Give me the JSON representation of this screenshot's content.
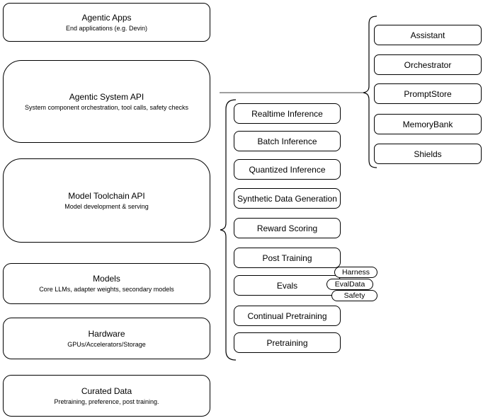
{
  "diagram": {
    "layers": {
      "agentic_apps": {
        "title": "Agentic Apps",
        "subtitle": "End applications (e.g. Devin)"
      },
      "agentic_system_api": {
        "title": "Agentic System API",
        "subtitle": "System component orchestration, tool calls, safety checks"
      },
      "model_toolchain_api": {
        "title": "Model Toolchain API",
        "subtitle": "Model development & serving"
      },
      "models": {
        "title": "Models",
        "subtitle": "Core LLMs, adapter weights, secondary models"
      },
      "hardware": {
        "title": "Hardware",
        "subtitle": "GPUs/Accelerators/Storage"
      },
      "curated_data": {
        "title": "Curated Data",
        "subtitle": "Pretraining, preference, post training."
      }
    },
    "toolchain_services": [
      "Realtime Inference",
      "Batch Inference",
      "Quantized Inference",
      "Synthetic Data Generation",
      "Reward Scoring",
      "Post Training",
      "Evals",
      "Continual Pretraining",
      "Pretraining"
    ],
    "evals_badges": [
      "Harness",
      "EvalData",
      "Safety"
    ],
    "system_components": [
      "Assistant",
      "Orchestrator",
      "PromptStore",
      "MemoryBank",
      "Shields"
    ],
    "colors": {
      "stroke": "#000000",
      "background": "#ffffff",
      "connector": "#666666"
    }
  }
}
